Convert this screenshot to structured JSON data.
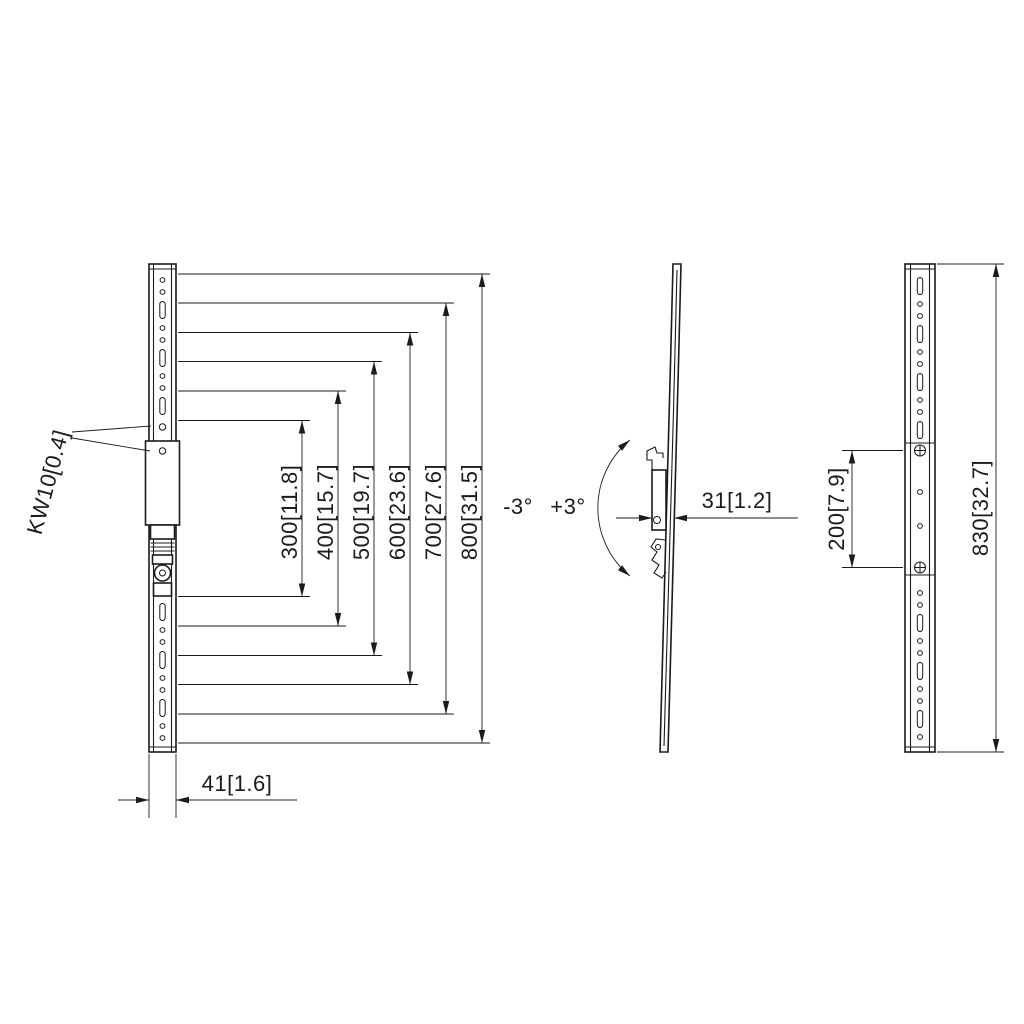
{
  "colors": {
    "ink": "#1b1b1b",
    "background": "#ffffff"
  },
  "front_view": {
    "thread_label": "KW10[0.4]",
    "width_label": "41[1.6]",
    "width_mm": 41,
    "width_inch": 1.6,
    "vesa_spacings": [
      {
        "mm": 300,
        "inch": 11.8,
        "label": "300[11.8]"
      },
      {
        "mm": 400,
        "inch": 15.7,
        "label": "400[15.7]"
      },
      {
        "mm": 500,
        "inch": 19.7,
        "label": "500[19.7]"
      },
      {
        "mm": 600,
        "inch": 23.6,
        "label": "600[23.6]"
      },
      {
        "mm": 700,
        "inch": 27.6,
        "label": "700[27.6]"
      },
      {
        "mm": 800,
        "inch": 31.5,
        "label": "800[31.5]"
      }
    ]
  },
  "side_view": {
    "tilt_negative": "-3°",
    "tilt_positive": "+3°",
    "depth_label": "31[1.2]",
    "depth_mm": 31,
    "depth_inch": 1.2
  },
  "rear_view": {
    "screw_spacing_label": "200[7.9]",
    "screw_spacing_mm": 200,
    "screw_spacing_inch": 7.9,
    "height_label": "830[32.7]",
    "height_mm": 830,
    "height_inch": 32.7
  }
}
